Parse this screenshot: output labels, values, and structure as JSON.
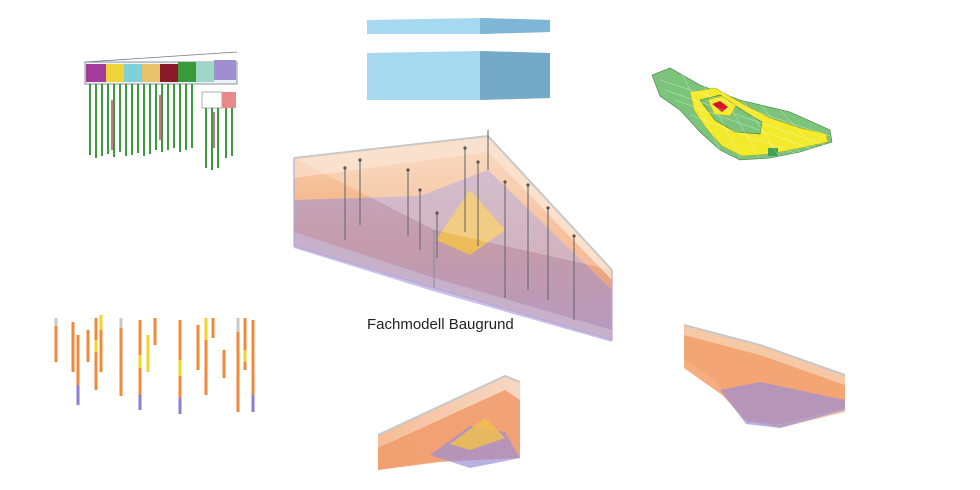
{
  "main_model": {
    "caption": "Fachmodell Baugrund"
  },
  "panels": [
    {
      "name": "pile-foundation-model",
      "colors": [
        "#a23b9a",
        "#f1d43a",
        "#7fd0d8",
        "#e6c36a",
        "#8a1a2a",
        "#3a9a3a",
        "#9fd6c8",
        "#9f8fd0",
        "#e88a8a"
      ]
    },
    {
      "name": "soil-layer-slabs",
      "colors": [
        "#8fd0ea",
        "#6aa7c6"
      ]
    },
    {
      "name": "voxel-grid-model",
      "colors": [
        "#7cc47c",
        "#f2ea2a",
        "#d8142a"
      ]
    },
    {
      "name": "main-subsoil-model",
      "colors": [
        "#f3a36a",
        "#9d8fd6",
        "#f2c24a",
        "#c8c8c8"
      ]
    },
    {
      "name": "borehole-logs",
      "colors": [
        "#f08a3a",
        "#f2d42a",
        "#8f7fd0",
        "#c8c8c8"
      ]
    },
    {
      "name": "subsoil-section-left",
      "colors": [
        "#f3a36a",
        "#9d8fd6",
        "#f2c24a"
      ]
    },
    {
      "name": "subsoil-section-right",
      "colors": [
        "#f3a36a",
        "#9d8fd6"
      ]
    }
  ]
}
